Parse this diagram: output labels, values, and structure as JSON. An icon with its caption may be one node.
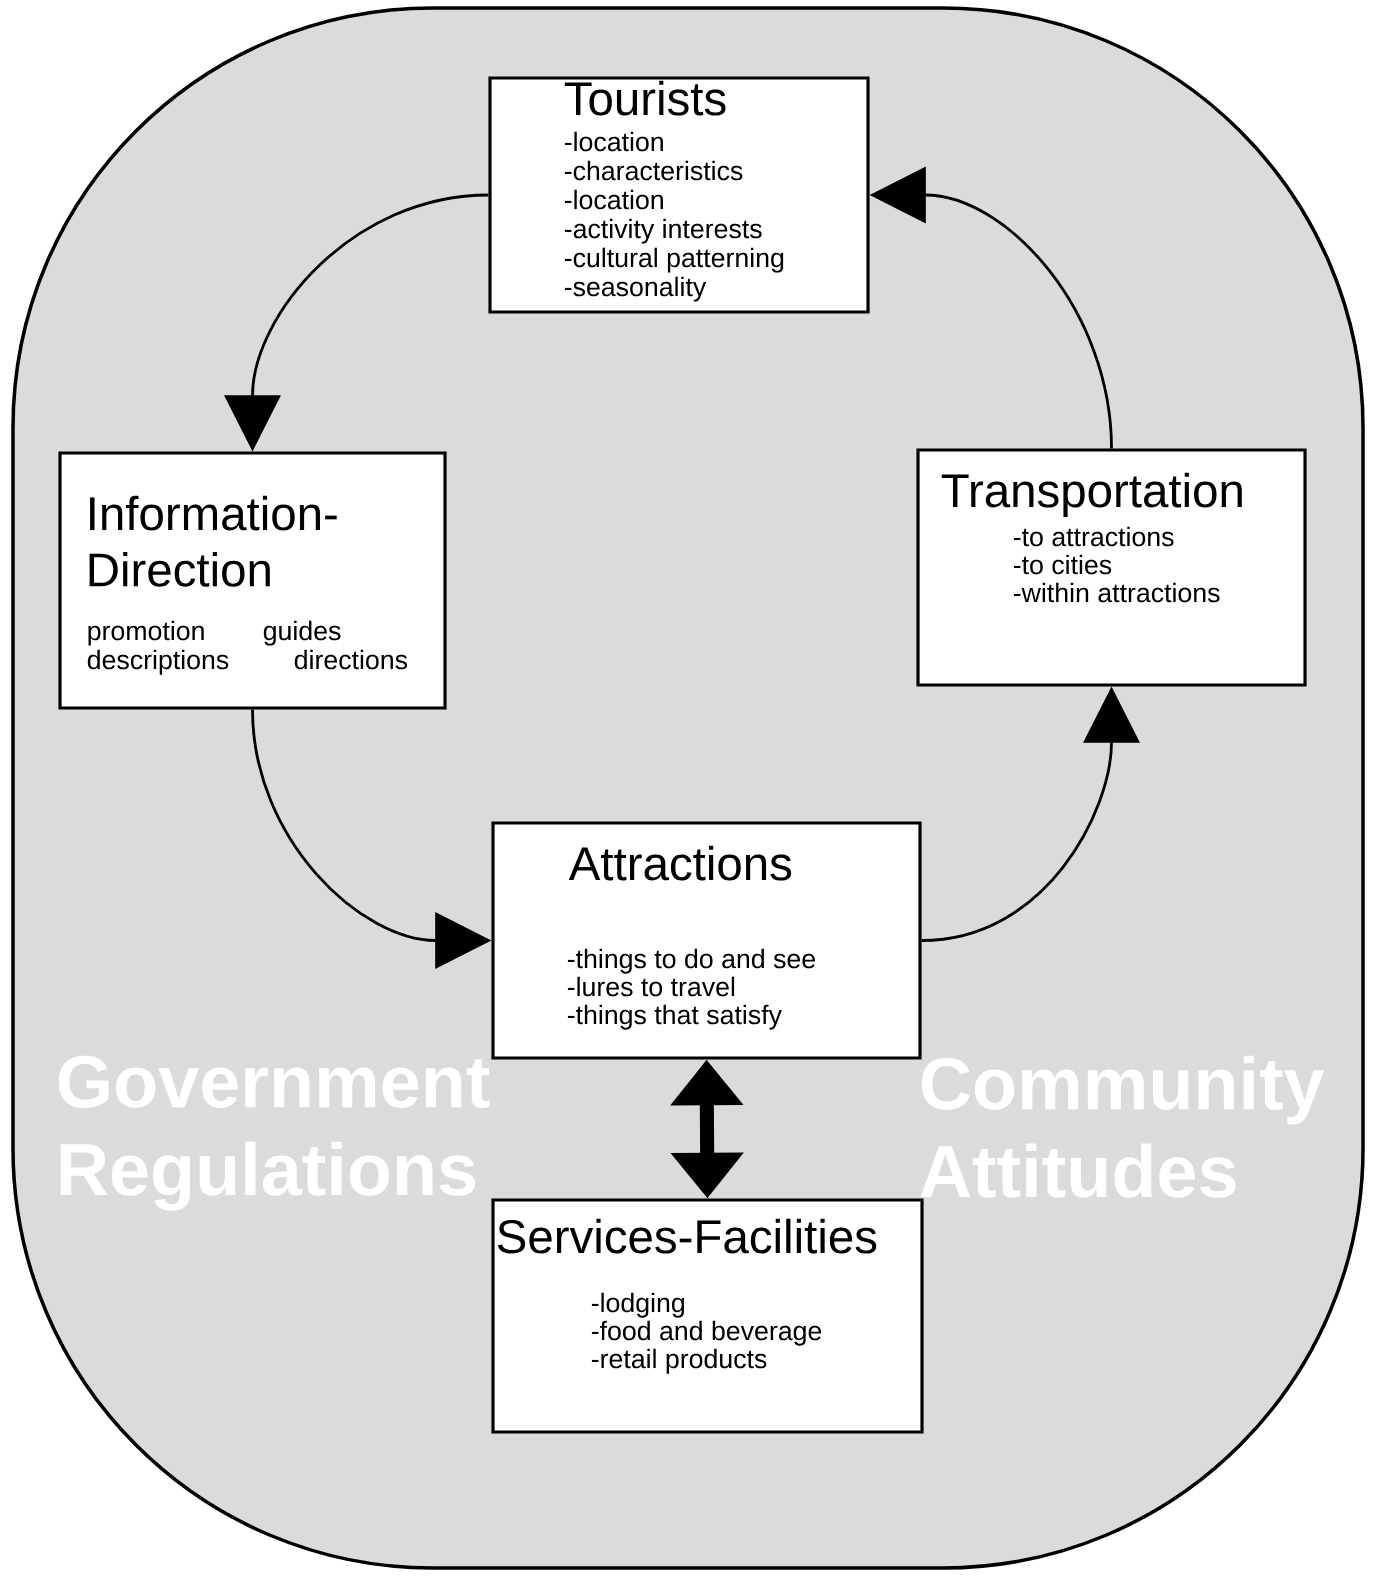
{
  "diagram": {
    "nodes": [
      {
        "text": [
          "Government Regulations",
          "Community Attitudes"
        ]
      },
      {
        "text": [
          "Tourists",
          "-location",
          "-characteristics",
          "-location",
          "-activity interests",
          "-cultural patterning",
          "-seasonality"
        ],
        "in": 0
      },
      {
        "text": [
          "Information-Direction",
          "promotion",
          "guides",
          "descriptions",
          "directions"
        ],
        "in": 0
      },
      {
        "text": [
          "Transportation",
          "-to attractions",
          "-to cities",
          "-within attractions"
        ],
        "in": 0
      },
      {
        "text": [
          "Attractions",
          "-things to do and see",
          "-lures to travel",
          "-things that satisfy"
        ],
        "in": 0
      },
      {
        "text": [
          "Services-Facilities",
          "-lodging",
          "-food and beverage",
          "-retail products"
        ],
        "in": 0
      }
    ],
    "edges": [
      {
        "from": 1,
        "to": 2,
        "arrow": "to"
      },
      {
        "from": 2,
        "to": 4,
        "arrow": "to"
      },
      {
        "from": 4,
        "to": 3,
        "arrow": "to"
      },
      {
        "from": 3,
        "to": 1,
        "arrow": "to"
      },
      {
        "from": 4,
        "to": 5,
        "arrow": "both",
        "style": "thick"
      }
    ]
  }
}
